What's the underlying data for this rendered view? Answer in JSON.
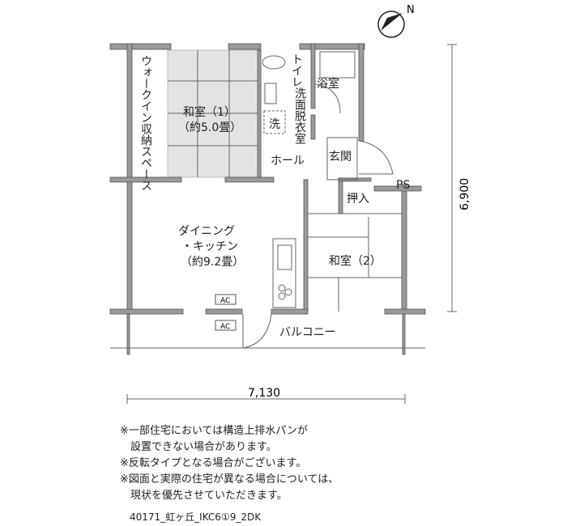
{
  "rooms": {
    "walkin": "ウォークイン収納スペース",
    "washitsu1": "和室（1）",
    "washitsu1_size": "（約5.0畳）",
    "toilet": "トイレ",
    "bath": "浴室",
    "washroom": "洗面脱衣室",
    "washer": "洗",
    "hall": "ホール",
    "entrance": "玄関",
    "closet": "押入",
    "ps": "PS",
    "dk1": "ダイニング",
    "dk2": "・キッチン",
    "dk_size": "（約9.2畳）",
    "washitsu2": "和室（2）",
    "balcony": "バルコニー",
    "ac1": "AC",
    "ac2": "AC"
  },
  "compass": "N",
  "dimensions": {
    "height": "6,900",
    "width": "7,130"
  },
  "notes": [
    "※一部住宅においては構造上排水パンが",
    "　設置できない場合があります。",
    "※反転タイプとなる場合がございます。",
    "※図面と実際の住宅が異なる場合については、",
    "　現状を優先させていただきます。"
  ],
  "footer": "40171_虹ヶ丘_IKC6①9_2DK"
}
